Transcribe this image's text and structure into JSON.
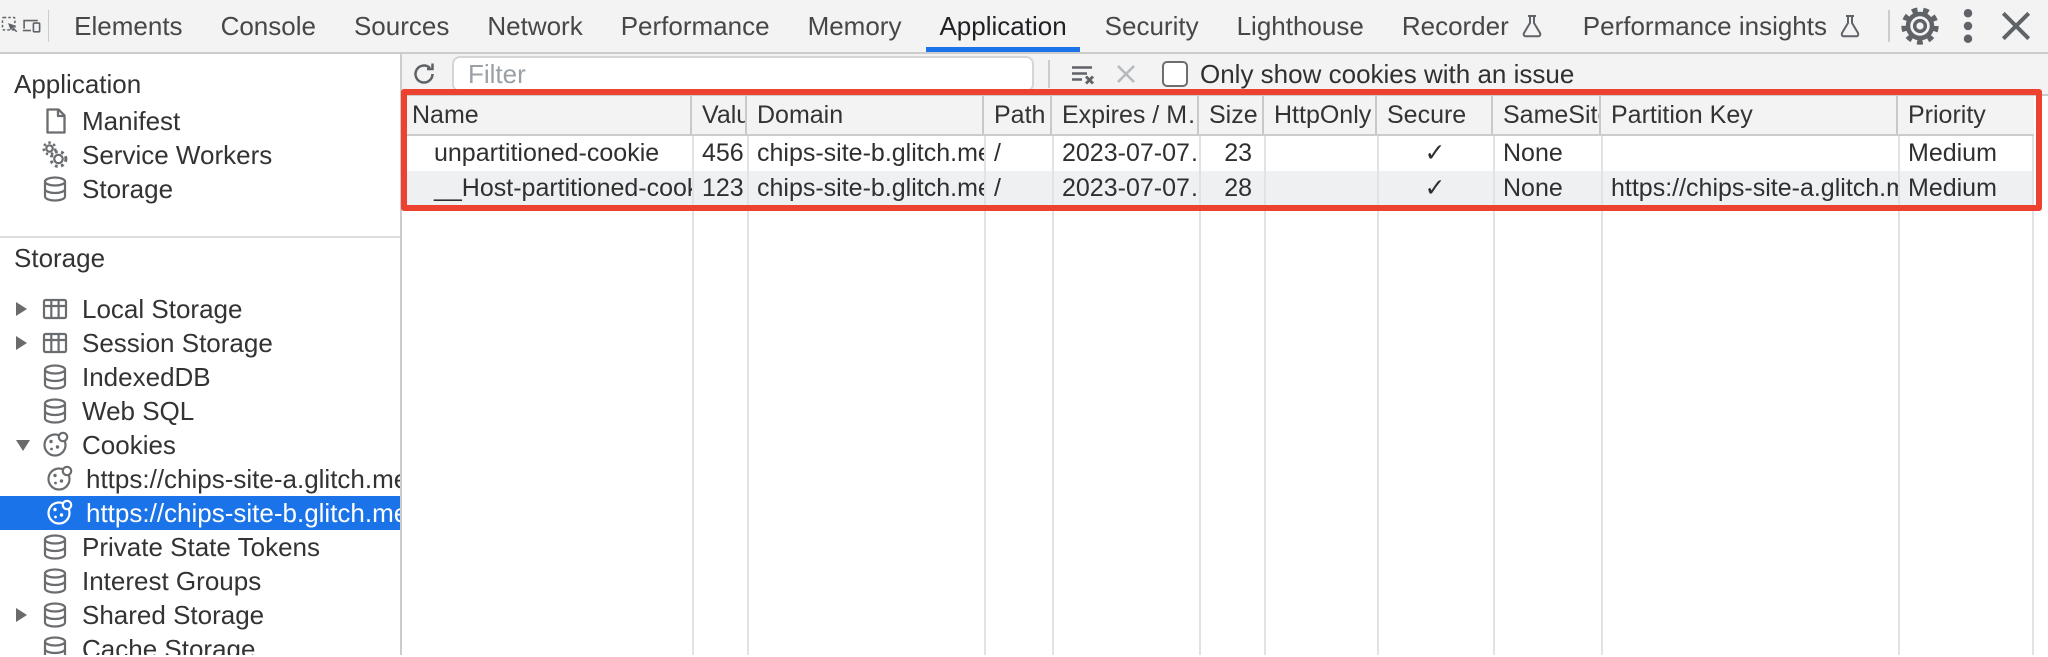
{
  "colors": {
    "accent_blue": "#1a73e8",
    "annotation_red": "#ee4231",
    "toolbar_bg": "#f3f3f3",
    "selected_item_bg": "#1a73e8",
    "alt_row_bg": "#eef0f2",
    "border_gray": "#cccccc"
  },
  "tabbar": {
    "tabs": [
      "Elements",
      "Console",
      "Sources",
      "Network",
      "Performance",
      "Memory",
      "Application",
      "Security",
      "Lighthouse",
      "Recorder",
      "Performance insights"
    ],
    "active_tab": "Application",
    "icons": [
      "inspect-icon",
      "device-toolbar-icon",
      "settings-gear-icon",
      "kebab-menu-icon",
      "close-icon"
    ],
    "experimental_flask_tabs": [
      "Recorder",
      "Performance insights"
    ]
  },
  "sidebar": {
    "sections": [
      {
        "title": "Application",
        "items": [
          {
            "label": "Manifest",
            "icon": "document-icon"
          },
          {
            "label": "Service Workers",
            "icon": "gears-icon"
          },
          {
            "label": "Storage",
            "icon": "database-icon"
          }
        ]
      },
      {
        "title": "Storage",
        "items": [
          {
            "label": "Local Storage",
            "icon": "table-icon",
            "expander": "collapsed"
          },
          {
            "label": "Session Storage",
            "icon": "table-icon",
            "expander": "collapsed"
          },
          {
            "label": "IndexedDB",
            "icon": "database-icon"
          },
          {
            "label": "Web SQL",
            "icon": "database-icon"
          },
          {
            "label": "Cookies",
            "icon": "cookie-icon",
            "expander": "expanded"
          },
          {
            "label": "https://chips-site-a.glitch.me",
            "icon": "cookie-icon",
            "child": true
          },
          {
            "label": "https://chips-site-b.glitch.me",
            "icon": "cookie-icon",
            "child": true,
            "selected": true
          },
          {
            "label": "Private State Tokens",
            "icon": "database-icon"
          },
          {
            "label": "Interest Groups",
            "icon": "database-icon"
          },
          {
            "label": "Shared Storage",
            "icon": "database-icon",
            "expander": "collapsed"
          },
          {
            "label": "Cache Storage",
            "icon": "database-icon"
          }
        ]
      }
    ]
  },
  "cookies_toolbar": {
    "filter": {
      "placeholder": "Filter",
      "value": ""
    },
    "checkbox": {
      "label": "Only show cookies with an issue",
      "checked": false
    },
    "icons": [
      "refresh-icon",
      "clear-filter-icon",
      "delete-icon-disabled"
    ]
  },
  "cookie_table": {
    "columns": [
      "Name",
      "Value",
      "Domain",
      "Path",
      "Expires / M…",
      "Size",
      "HttpOnly",
      "Secure",
      "SameSite",
      "Partition Key",
      "Priority"
    ],
    "rows": [
      {
        "name": "unpartitioned-cookie",
        "value": "456",
        "domain": "chips-site-b.glitch.me",
        "path": "/",
        "expires": "2023-07-07…",
        "size": "23",
        "http_only": "",
        "secure": "✓",
        "same_site": "None",
        "partition_key": "",
        "priority": "Medium"
      },
      {
        "name": "__Host-partitioned-cookie",
        "value": "123",
        "domain": "chips-site-b.glitch.me",
        "path": "/",
        "expires": "2023-07-07…",
        "size": "28",
        "http_only": "",
        "secure": "✓",
        "same_site": "None",
        "partition_key": "https://chips-site-a.glitch.me",
        "priority": "Medium"
      }
    ]
  }
}
